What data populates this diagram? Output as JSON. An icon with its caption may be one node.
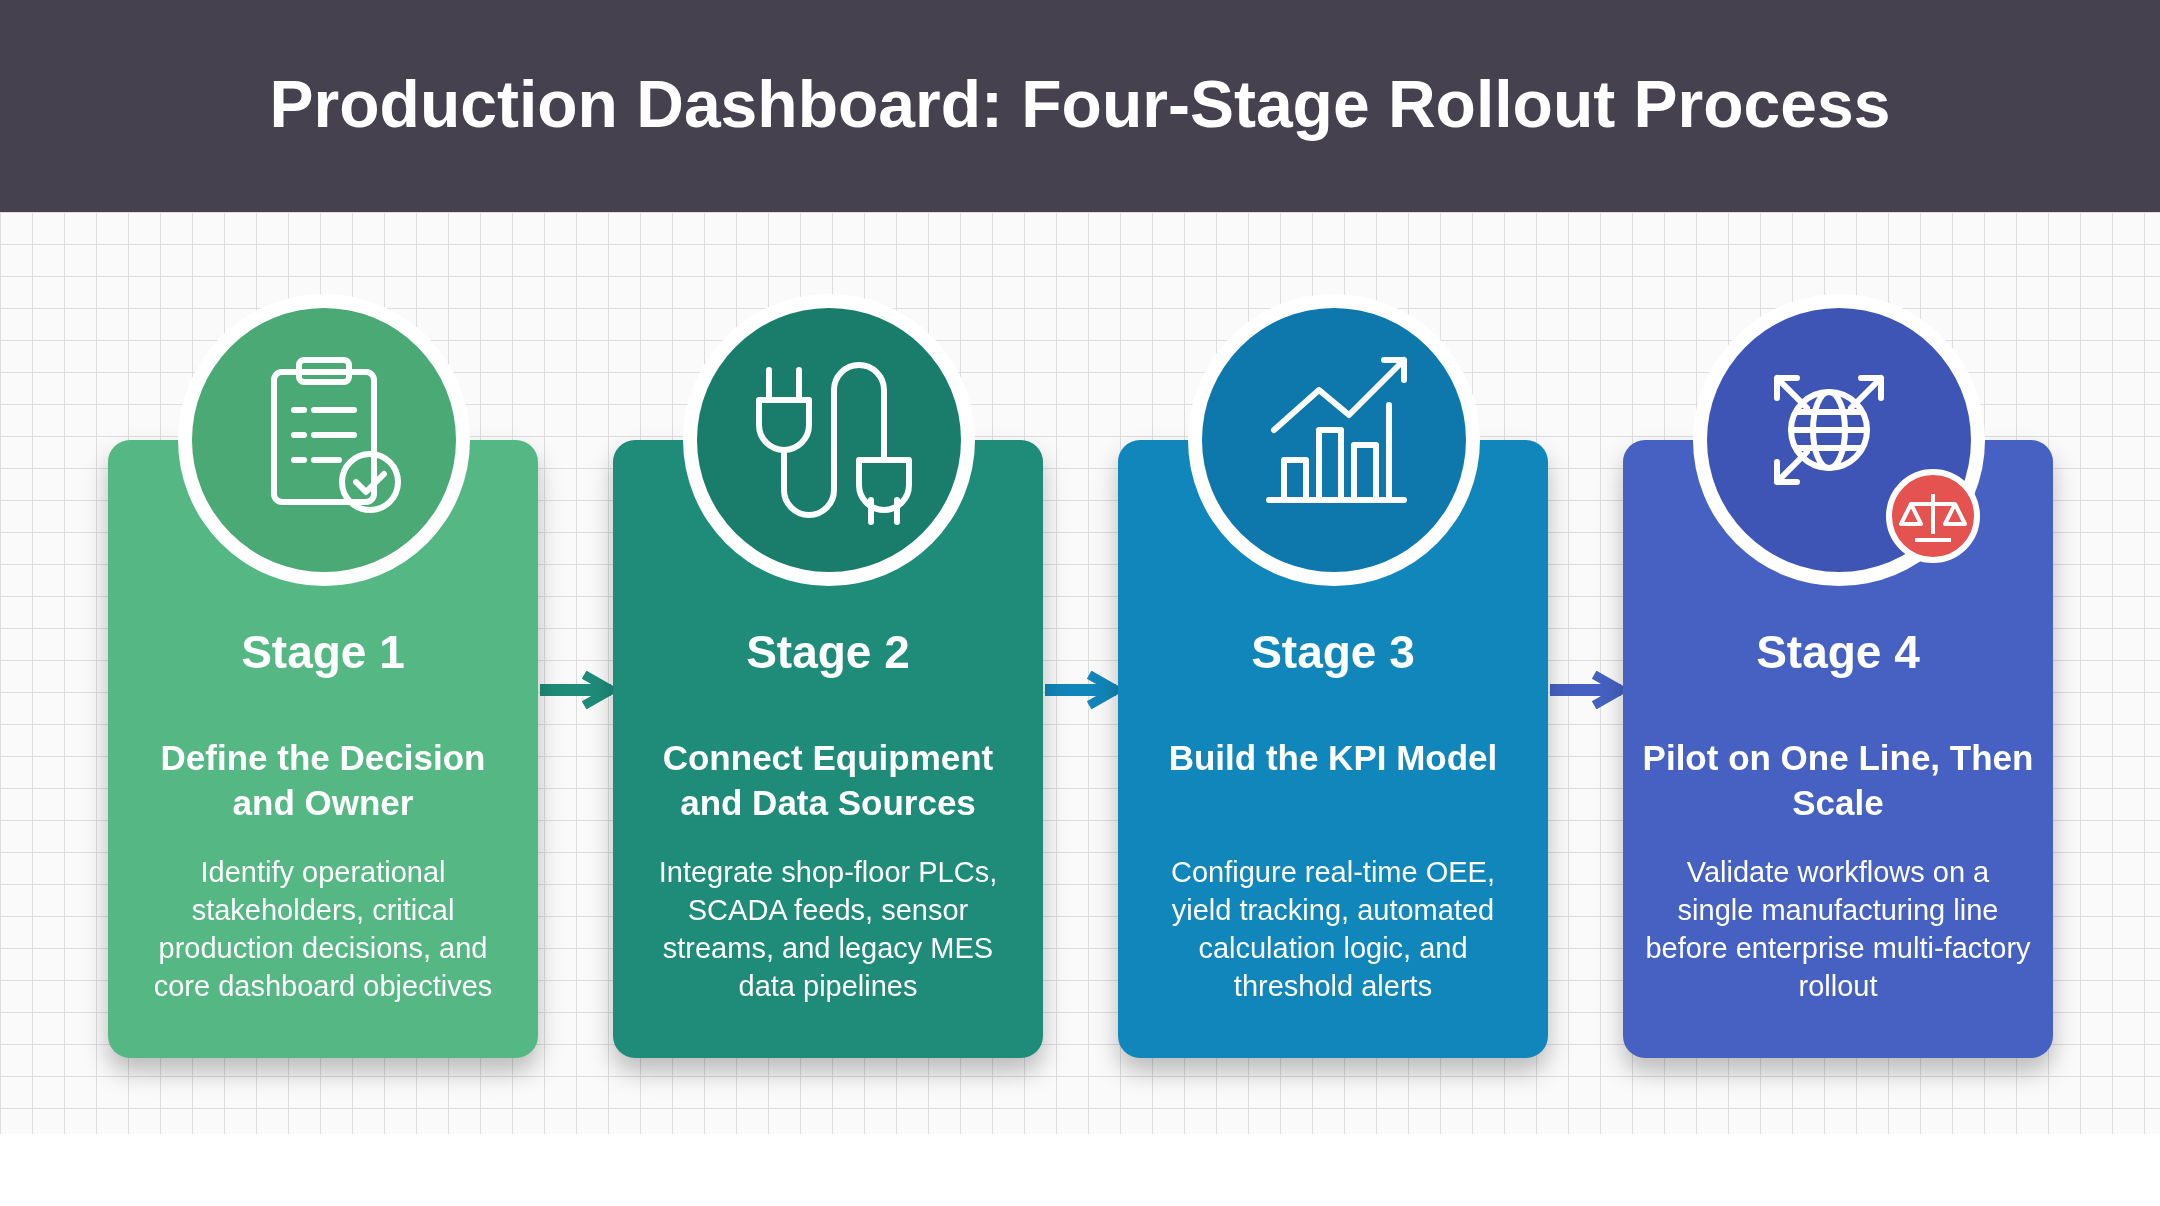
{
  "diagram": {
    "title": "Production Dashboard: Four-Stage Rollout Process",
    "nodes": [
      {
        "text": [
          "Stage 1",
          "Define the Decision and Owner",
          "Identify operational stakeholders, critical production decisions, and core dashboard objectives"
        ]
      },
      {
        "text": [
          "Stage 2",
          "Connect Equipment and Data Sources",
          "Integrate shop-floor PLCs, SCADA feeds, sensor streams, and legacy MES data pipelines"
        ]
      },
      {
        "text": [
          "Stage 3",
          "Build the KPI Model",
          "Configure real-time OEE, yield tracking, automated calculation logic, and threshold alerts"
        ]
      },
      {
        "text": [
          "Stage 4",
          "Pilot on One Line, Then Scale",
          "Validate workflows on a single manufacturing line before enterprise multi-factory rollout"
        ]
      }
    ],
    "edges": [
      {
        "from": 0,
        "to": 1,
        "arrow": "to"
      },
      {
        "from": 1,
        "to": 2,
        "arrow": "to"
      },
      {
        "from": 2,
        "to": 3,
        "arrow": "to"
      }
    ]
  }
}
